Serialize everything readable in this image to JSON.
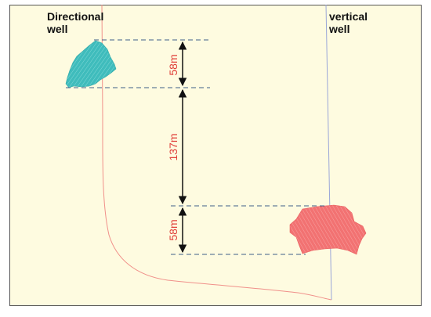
{
  "labels": {
    "directional_well": "Directional\nwell",
    "vertical_well": "vertical\nwell"
  },
  "dimensions": [
    {
      "id": "upper-thickness",
      "text": "58m"
    },
    {
      "id": "interval",
      "text": "137m"
    },
    {
      "id": "lower-thickness",
      "text": "58m"
    }
  ],
  "colors": {
    "background": "#fefbe0",
    "frame": "#555555",
    "directional_well_track": "#f0908a",
    "vertical_well_track": "#9aa6d8",
    "upper_body": "#3fbcbc",
    "lower_body": "#f27272",
    "guide_line": "#3f5f88",
    "arrow": "#111111",
    "dim_text": "#e0403a"
  }
}
